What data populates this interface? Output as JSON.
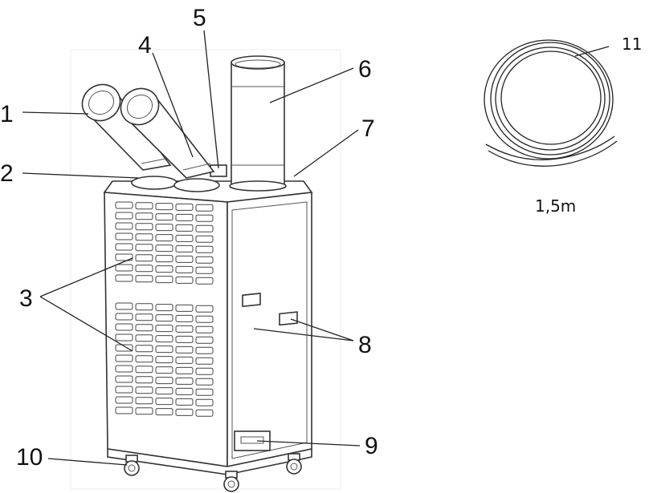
{
  "callouts": {
    "n1": "1",
    "n2": "2",
    "n3": "3",
    "n4": "4",
    "n5": "5",
    "n6": "6",
    "n7": "7",
    "n8": "8",
    "n9": "9",
    "n10": "10",
    "n11": "11"
  },
  "hose_length": "1,5m"
}
